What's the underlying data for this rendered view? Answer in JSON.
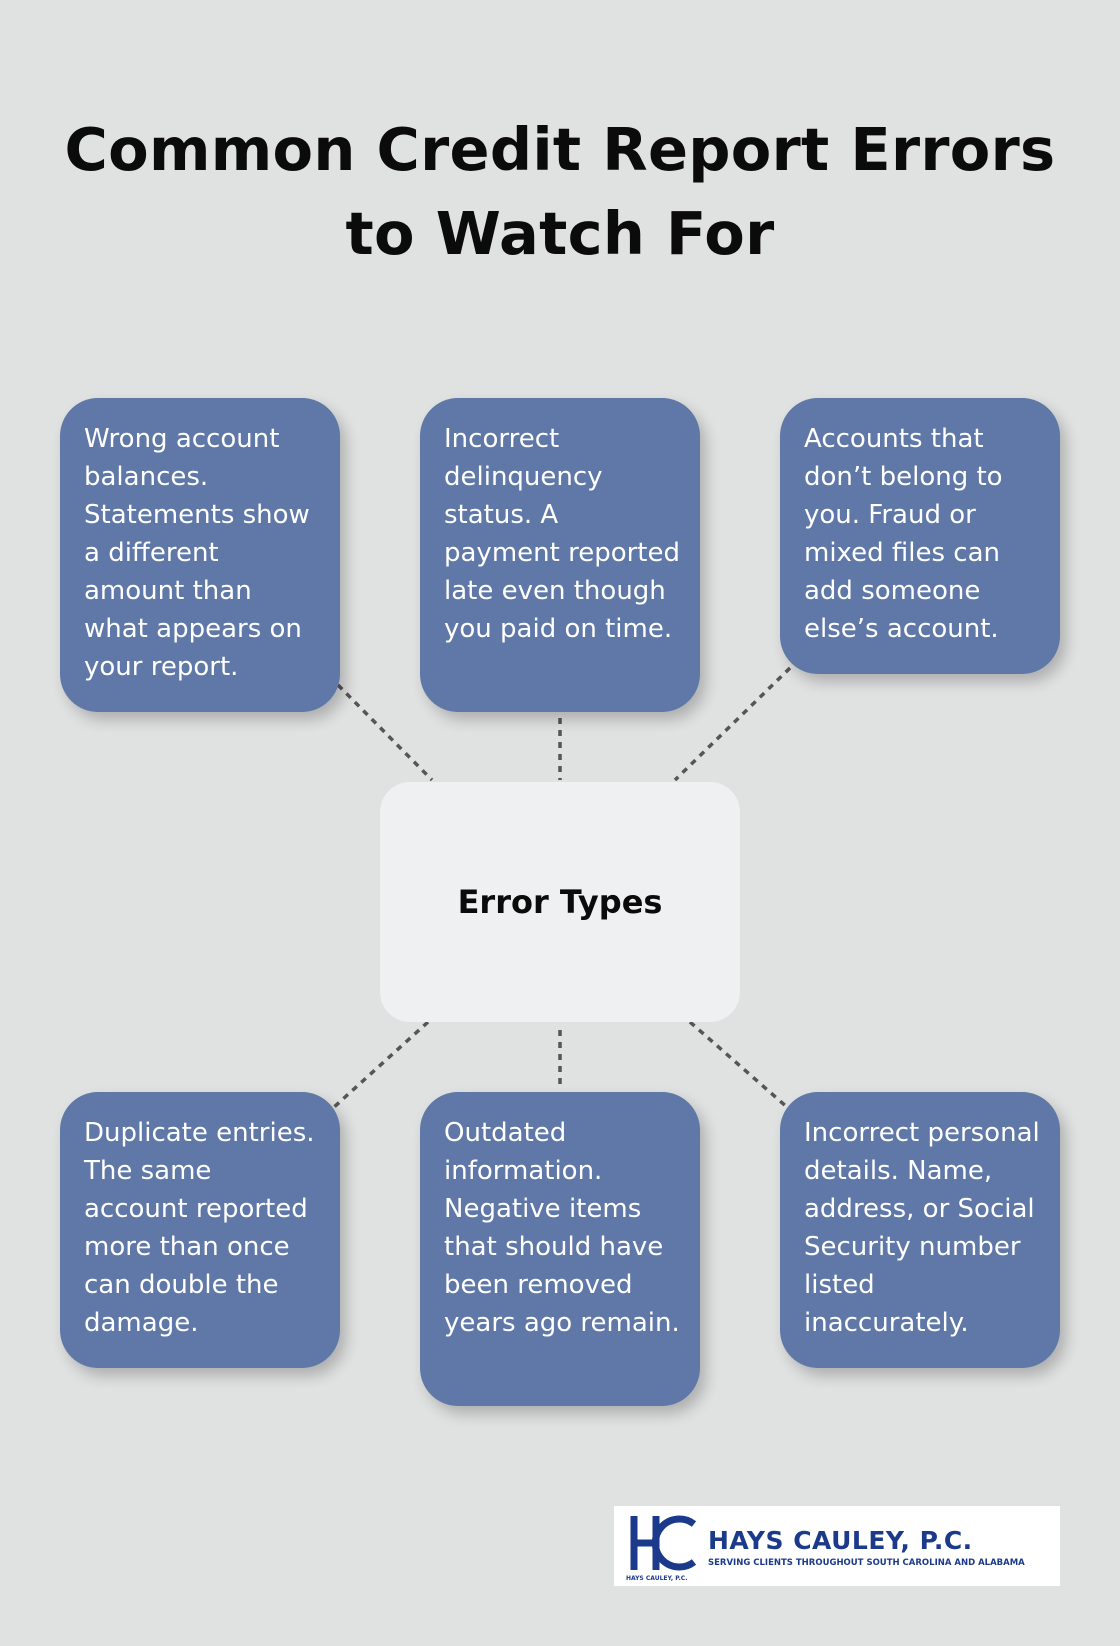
{
  "title": "Common Credit Report Errors to Watch For",
  "center": {
    "label": "Error Types"
  },
  "cards": [
    "Wrong account balances. Statements show a different amount than what appears on your report.",
    "Incorrect delinquency status. A payment reported late even though you paid on time.",
    "Accounts that don’t belong to you. Fraud or mixed files can add someone else’s account.",
    "Duplicate entries. The same account reported more than once can double the damage.",
    "Outdated information. Negative items that should have been removed years ago remain.",
    "Incorrect personal details. Name, address, or Social Security number listed inaccurately."
  ],
  "logo": {
    "name": "HAYS CAULEY, P.C.",
    "tagline": "SERVING CLIENTS THROUGHOUT SOUTH CAROLINA AND ALABAMA",
    "small_text": "HAYS CAULEY, P.C."
  },
  "colors": {
    "background": "#e0e1e1",
    "card": "#5f78a7",
    "center_box": "#eff0f1",
    "logo_blue": "#1c3a8c",
    "connector": "#555555"
  }
}
